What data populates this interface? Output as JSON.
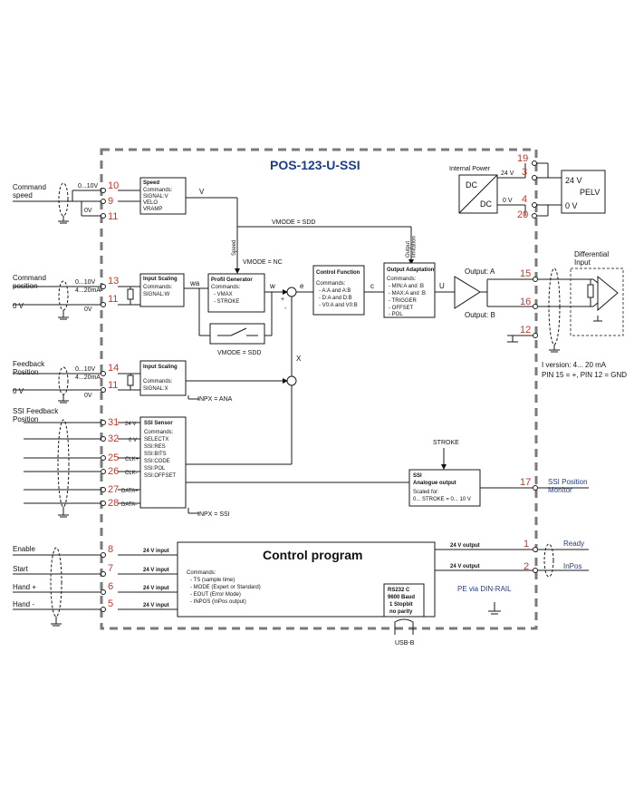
{
  "title": "POS-123-U-SSI",
  "inputs": {
    "command_speed": "Command\nspeed",
    "command_position": "Command\nposition",
    "feedback_position": "Feedback\nPosition",
    "ssi_feedback_position": "SSI Feedback\nPosition",
    "zero_v": "0 V",
    "range_0_10v": "0...10V",
    "range_4_20ma": "4...20mA",
    "ov": "0V",
    "enable": "Enable",
    "start": "Start",
    "hand_plus": "Hand +",
    "hand_minus": "Hand -"
  },
  "pins": {
    "p10": "10",
    "p9": "9",
    "p11a": "11",
    "p13": "13",
    "p11b": "11",
    "p14": "14",
    "p11c": "11",
    "p31": "31",
    "p32": "32",
    "p25": "25",
    "p26": "26",
    "p27": "27",
    "p28": "28",
    "p8": "8",
    "p7": "7",
    "p6": "6",
    "p5": "5",
    "p19": "19",
    "p3": "3",
    "p4": "4",
    "p20": "20",
    "p15": "15",
    "p16": "16",
    "p12": "12",
    "p17": "17",
    "p1": "1",
    "p2": "2"
  },
  "blocks": {
    "speed": {
      "title": "Speed",
      "cmd": "Commands:",
      "l1": "SIGNAL:V",
      "l2": "VELO",
      "l3": "VRAMP"
    },
    "input_scaling_w": {
      "title": "Input Scaling",
      "cmd": "Commands:",
      "l1": "SIGNAL:W"
    },
    "input_scaling_x": {
      "title": "Input Scaling",
      "cmd": "Commands:",
      "l1": "SIGNAL:X"
    },
    "profil_generator": {
      "title": "Profil Generator",
      "cmd": "Commands:",
      "l1": "- VMAX",
      "l2": "- STROKE"
    },
    "control_function": {
      "title": "Control Function",
      "cmd": "Commands:",
      "l1": "- A:A and A:B",
      "l2": "- D:A and D:B",
      "l3": "- V0:A and V0:B"
    },
    "output_adaptation": {
      "title": "Output Adaptation",
      "cmd": "Commands:",
      "l1": "- MIN:A and :B",
      "l2": "- MAX:A and :B",
      "l3": "- TRIGGER",
      "l4": "- OFFSET",
      "l5": "- POL"
    },
    "ssi_sensor": {
      "title": "SSI Sensor",
      "cmd": "Commands:",
      "l1": "SELECTX",
      "l2": "SSI:RES",
      "l3": "SSI:BITS",
      "l4": "SSI:CODE",
      "l5": "SSI:POL",
      "l6": "SSI:OFFSET"
    },
    "ssi_analogue": {
      "title": "SSI",
      "sub": "Analogue output",
      "l1": "Scaled for:",
      "l2": "0... STROKE = 0... 10 V"
    },
    "control_program": {
      "title": "Control program",
      "cmd": "Commands:",
      "l1": "- TS (sample time)",
      "l2": "- MODE (Expert or Standard)",
      "l3": "- EOUT (Error Mode)",
      "l4": "- INPOS (InPos output)"
    },
    "rs232": {
      "l1": "RS232 C",
      "l2": "9600 Baud",
      "l3": "1 Stopbit",
      "l4": "no parity"
    }
  },
  "signals": {
    "v": "V",
    "wa": "wa",
    "w": "w",
    "e": "e",
    "c": "c",
    "u": "U",
    "x": "X",
    "vmode_sdd_top": "VMODE = SDD",
    "vmode_nc": "VMODE = NC",
    "vmode_sdd_bottom": "VMODE = SDD",
    "speed_vertical": "Speed",
    "output_limitation": "Output\nlimitation",
    "inpx_ana": "INPX = ANA",
    "inpx_ssi": "INPX = SSI",
    "stroke": "STROKE",
    "output_a": "Output: A",
    "output_b": "Output: B",
    "plus": "+",
    "minus": "-",
    "v24": "24 V",
    "v0": "0 V",
    "clk_plus": "CLK+",
    "clk_minus": "CLK-",
    "data_plus": "DATA+",
    "data_minus": "DATA-",
    "v24_input": "24 V input",
    "v24_output": "24 V output",
    "usb_b": "USB-B"
  },
  "power": {
    "internal_power": "Internal Power",
    "dc_top": "DC",
    "dc_bottom": "DC",
    "v24": "24 V",
    "v0": "0 V",
    "pelv_24": "24 V",
    "pelv": "PELV",
    "pelv_0": "0 V"
  },
  "outputs": {
    "differential_input": "Differential\nInput",
    "i_version": "I version: 4... 20 mA",
    "pin_note": "PIN 15 = +, PIN 12 = GND",
    "ssi_position_monitor": "SSI Position\nMonitor",
    "ready": "Ready",
    "inpos": "InPos",
    "pe_via_din_rail": "PE via DIN-RAIL"
  }
}
